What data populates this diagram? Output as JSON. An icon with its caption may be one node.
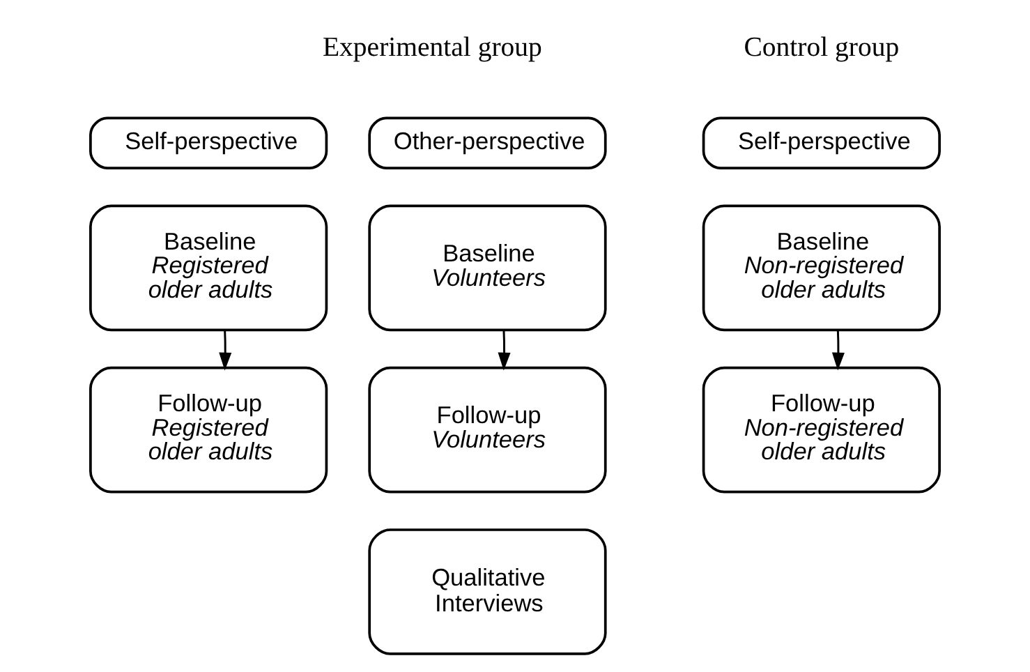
{
  "diagram": {
    "nodes": [
      {
        "text": [
          "Self-perspective"
        ]
      },
      {
        "text": [
          "Baseline",
          "Registered older adults"
        ]
      },
      {
        "text": [
          "Follow-up",
          "Registered older adults"
        ]
      },
      {
        "text": [
          "Other-perspective"
        ]
      },
      {
        "text": [
          "Baseline",
          "Volunteers"
        ]
      },
      {
        "text": [
          "Follow-up",
          "Volunteers"
        ]
      },
      {
        "text": [
          "Qualitative Interviews"
        ]
      },
      {
        "text": [
          "Self-perspective"
        ]
      },
      {
        "text": [
          "Baseline",
          "Non-registered older adults"
        ]
      },
      {
        "text": [
          "Follow-up",
          "Non-registered older adults"
        ]
      }
    ],
    "edges": [
      {
        "from": 1,
        "to": 2,
        "arrow": "to"
      },
      {
        "from": 4,
        "to": 5,
        "arrow": "to"
      },
      {
        "from": 8,
        "to": 9,
        "arrow": "to"
      }
    ],
    "labels": [
      "Experimental group",
      "Control group"
    ]
  }
}
